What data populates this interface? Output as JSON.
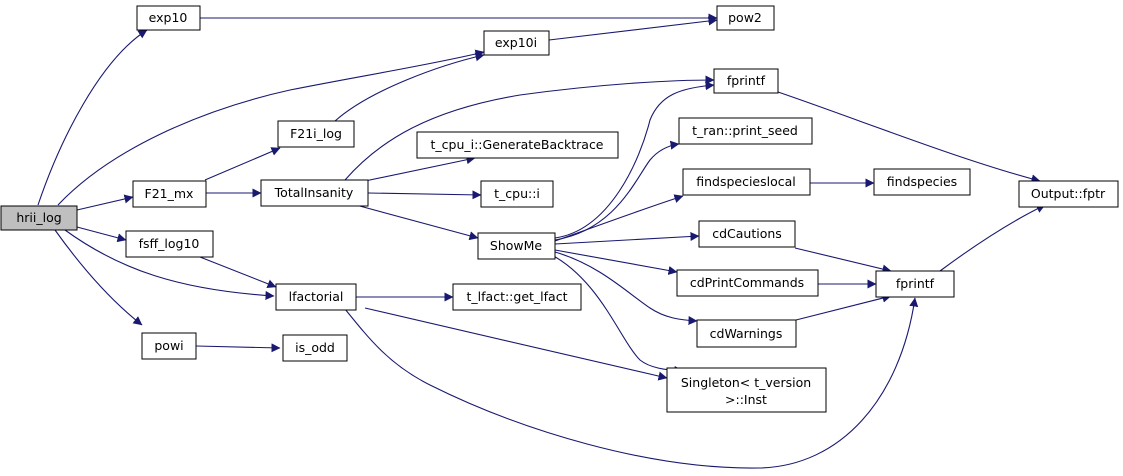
{
  "colors": {
    "edge": "#191970",
    "root_fill": "#bfbfbf",
    "node_fill": "#ffffff",
    "node_border": "#000000"
  },
  "nodes": {
    "hrii_log": [
      "hrii_log"
    ],
    "exp10": [
      "exp10"
    ],
    "pow2": [
      "pow2"
    ],
    "exp10i": [
      "exp10i"
    ],
    "fprintf_top": [
      "fprintf"
    ],
    "F21i_log": [
      "F21i_log"
    ],
    "GenerateBacktrace": [
      "t_cpu_i::GenerateBacktrace"
    ],
    "print_seed": [
      "t_ran::print_seed"
    ],
    "F21_mx": [
      "F21_mx"
    ],
    "TotalInsanity": [
      "TotalInsanity"
    ],
    "t_cpu_i": [
      "t_cpu::i"
    ],
    "findspecieslocal": [
      "findspecieslocal"
    ],
    "findspecies": [
      "findspecies"
    ],
    "fptr": [
      "Output::fptr"
    ],
    "fsff_log10": [
      "fsff_log10"
    ],
    "ShowMe": [
      "ShowMe"
    ],
    "cdCautions": [
      "cdCautions"
    ],
    "cdPrintCommands": [
      "cdPrintCommands"
    ],
    "fprintf_mid": [
      "fprintf"
    ],
    "lfactorial": [
      "lfactorial"
    ],
    "get_lfact": [
      "t_lfact::get_lfact"
    ],
    "cdWarnings": [
      "cdWarnings"
    ],
    "powi": [
      "powi"
    ],
    "is_odd": [
      "is_odd"
    ],
    "SingletonInst": [
      "Singleton< t_version",
      ">::Inst"
    ]
  }
}
